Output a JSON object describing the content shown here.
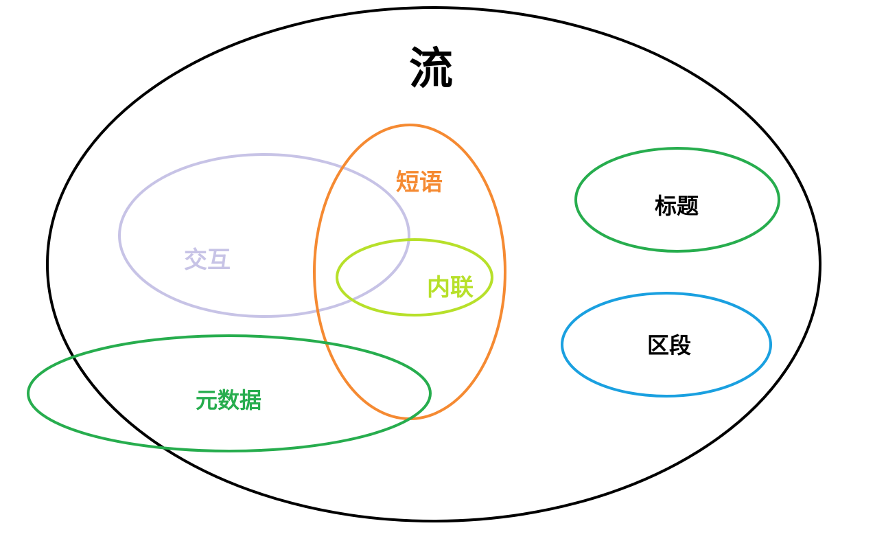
{
  "diagram": {
    "title": "流",
    "sets": {
      "interaction": {
        "label": "交互",
        "color": "#c7c3e6"
      },
      "phrasing": {
        "label": "短语",
        "color": "#f58a32"
      },
      "embedded": {
        "label": "内联",
        "color": "#b7e02a"
      },
      "metadata": {
        "label": "元数据",
        "color": "#27ad4e"
      },
      "heading": {
        "label": "标题",
        "color": "#27ad4e"
      },
      "sectioning": {
        "label": "区段",
        "color": "#1aa0e0"
      }
    },
    "outline_color": "#000000"
  }
}
